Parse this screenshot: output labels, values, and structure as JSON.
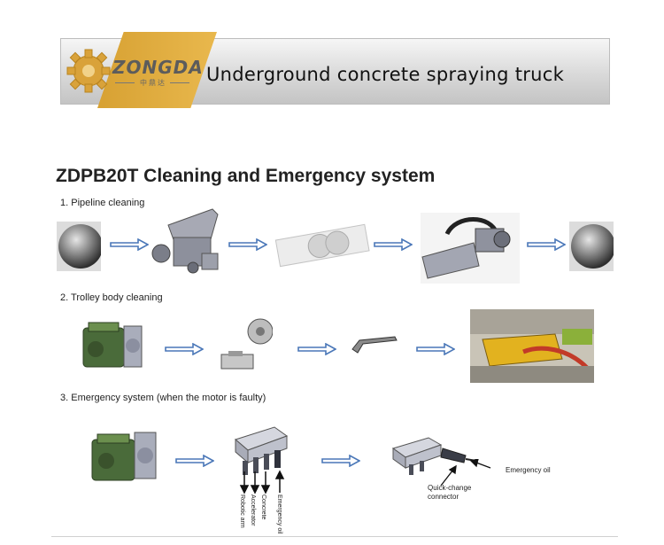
{
  "header": {
    "brand": "ZONGDA",
    "brand_sub": "中鼎达",
    "title": "Underground concrete spraying truck"
  },
  "document": {
    "title": "ZDPB20T Cleaning and Emergency system",
    "steps": [
      {
        "label": "1. Pipeline cleaning"
      },
      {
        "label": "2. Trolley body cleaning"
      },
      {
        "label": "3. Emergency system (when the motor is faulty)"
      }
    ],
    "labels": {
      "robotic_arm": "Robotic arm",
      "accelerator": "Accelerator",
      "concrete": "Concrete",
      "emergency_oil_vertical": "Emergency oil",
      "quick_change_connector": "Quick-change connector",
      "emergency_oil": "Emergency oil"
    }
  },
  "colors": {
    "banner_gold": "#e0ad40",
    "arrow_blue": "#4a77b8"
  }
}
